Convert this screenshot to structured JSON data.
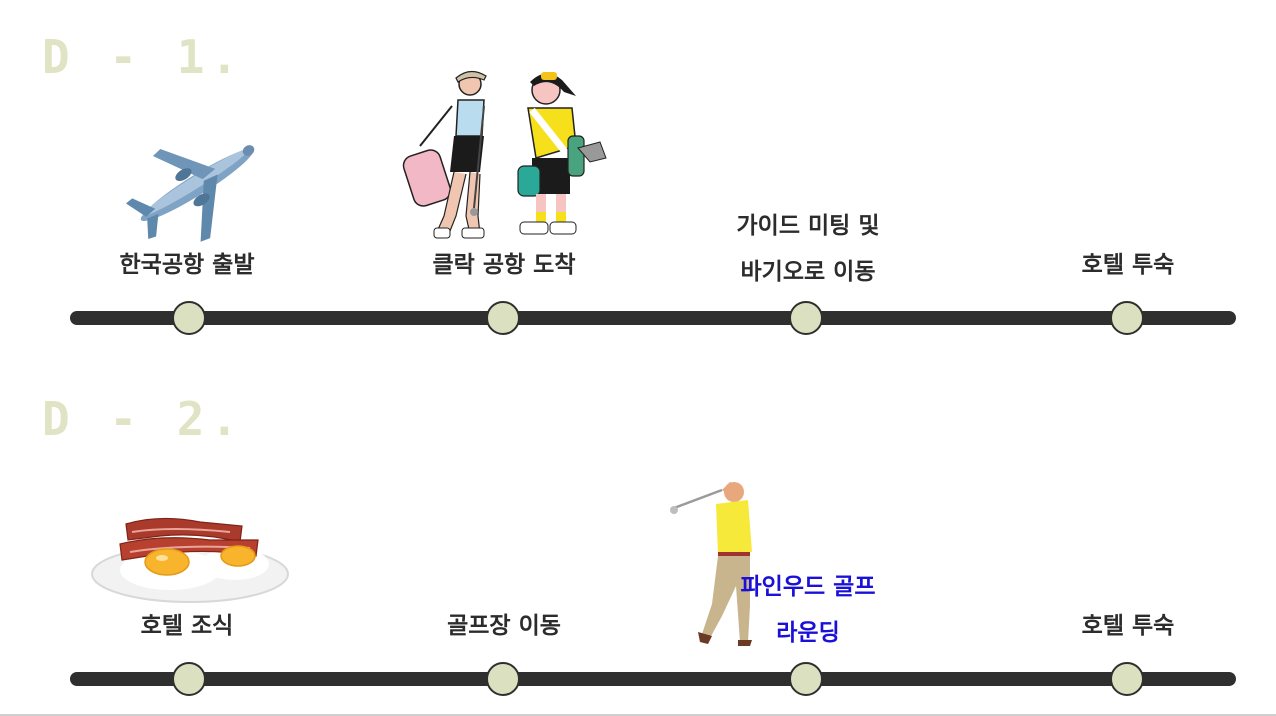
{
  "days": [
    {
      "title": "D - 1.",
      "steps": [
        {
          "lines": [
            "한국공항 출발"
          ]
        },
        {
          "lines": [
            "클락 공항 도착"
          ]
        },
        {
          "lines": [
            "가이드 미팅 및",
            "바기오로 이동"
          ]
        },
        {
          "lines": [
            "호텔 투숙"
          ]
        }
      ]
    },
    {
      "title": "D - 2.",
      "steps": [
        {
          "lines": [
            "호텔 조식"
          ]
        },
        {
          "lines": [
            "골프장 이동"
          ]
        },
        {
          "lines": [
            "파인우드 골프",
            "라운딩"
          ]
        },
        {
          "lines": [
            "호텔 투숙"
          ]
        }
      ]
    }
  ],
  "colors": {
    "day_title": "#e0e4c4",
    "track": "#2f2f2f",
    "node_fill": "#dbe1c0",
    "label": "#2c2c2c",
    "highlight_label": "#1a10d8"
  },
  "illustrations": [
    "airplane-icon",
    "golfers-illustration",
    "bacon-eggs-illustration",
    "golfer-swing-illustration"
  ]
}
